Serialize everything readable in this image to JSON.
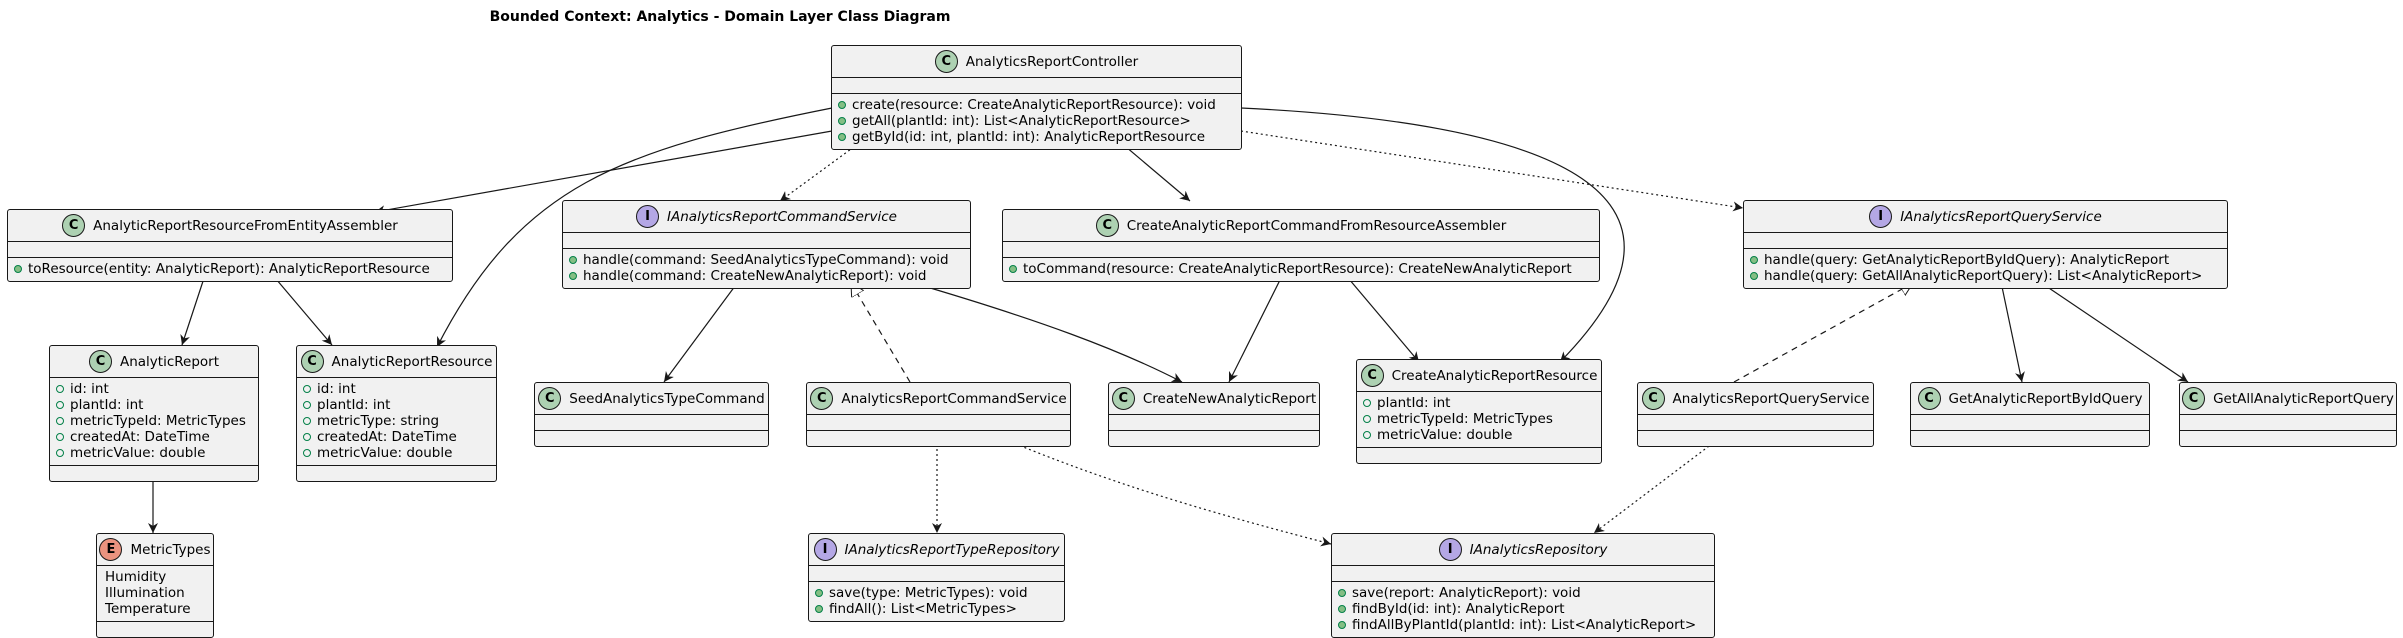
{
  "title": "Bounded Context: Analytics - Domain Layer Class Diagram",
  "colors": {
    "class_fill": "#f1f1f1",
    "border": "#181818",
    "class_badge": "#add1b2",
    "interface_badge": "#b4a7e5",
    "enum_badge": "#eb937f"
  },
  "classes": {
    "controller": {
      "stereotype": "C",
      "name": "AnalyticsReportController",
      "fields": [],
      "methods": [
        "create(resource: CreateAnalyticReportResource): void",
        "getAll(plantId: int): List<AnalyticReportResource>",
        "getById(id: int, plantId: int): AnalyticReportResource"
      ]
    },
    "entityAssembler": {
      "stereotype": "C",
      "name": "AnalyticReportResourceFromEntityAssembler",
      "fields": [],
      "methods": [
        "toResource(entity: AnalyticReport): AnalyticReportResource"
      ]
    },
    "commandService": {
      "stereotype": "I",
      "name": "IAnalyticsReportCommandService",
      "fields": [],
      "methods": [
        "handle(command: SeedAnalyticsTypeCommand): void",
        "handle(command: CreateNewAnalyticReport): void"
      ]
    },
    "commandAssembler": {
      "stereotype": "C",
      "name": "CreateAnalyticReportCommandFromResourceAssembler",
      "fields": [],
      "methods": [
        "toCommand(resource: CreateAnalyticReportResource): CreateNewAnalyticReport"
      ]
    },
    "queryService": {
      "stereotype": "I",
      "name": "IAnalyticsReportQueryService",
      "fields": [],
      "methods": [
        "handle(query: GetAnalyticReportByIdQuery): AnalyticReport",
        "handle(query: GetAllAnalyticReportQuery): List<AnalyticReport>"
      ]
    },
    "analyticReport": {
      "stereotype": "C",
      "name": "AnalyticReport",
      "fields": [
        "id: int",
        "plantId: int",
        "metricTypeId: MetricTypes",
        "createdAt: DateTime",
        "metricValue: double"
      ],
      "methods": []
    },
    "analyticReportResource": {
      "stereotype": "C",
      "name": "AnalyticReportResource",
      "fields": [
        "id: int",
        "plantId: int",
        "metricType: string",
        "createdAt: DateTime",
        "metricValue: double"
      ],
      "methods": []
    },
    "seedCommand": {
      "stereotype": "C",
      "name": "SeedAnalyticsTypeCommand",
      "fields": [],
      "methods": []
    },
    "commandServiceImpl": {
      "stereotype": "C",
      "name": "AnalyticsReportCommandService",
      "fields": [],
      "methods": []
    },
    "createNewReport": {
      "stereotype": "C",
      "name": "CreateNewAnalyticReport",
      "fields": [],
      "methods": []
    },
    "createResource": {
      "stereotype": "C",
      "name": "CreateAnalyticReportResource",
      "fields": [
        "plantId: int",
        "metricTypeId: MetricTypes",
        "metricValue: double"
      ],
      "methods": []
    },
    "queryServiceImpl": {
      "stereotype": "C",
      "name": "AnalyticsReportQueryService",
      "fields": [],
      "methods": []
    },
    "getByIdQuery": {
      "stereotype": "C",
      "name": "GetAnalyticReportByIdQuery",
      "fields": [],
      "methods": []
    },
    "getAllQuery": {
      "stereotype": "C",
      "name": "GetAllAnalyticReportQuery",
      "fields": [],
      "methods": []
    },
    "metricTypes": {
      "stereotype": "E",
      "name": "MetricTypes",
      "values": [
        "Humidity",
        "Illumination",
        "Temperature"
      ]
    },
    "typeRepository": {
      "stereotype": "I",
      "name": "IAnalyticsReportTypeRepository",
      "fields": [],
      "methods": [
        "save(type: MetricTypes): void",
        "findAll(): List<MetricTypes>"
      ]
    },
    "repository": {
      "stereotype": "I",
      "name": "IAnalyticsRepository",
      "fields": [],
      "methods": [
        "save(report: AnalyticReport): void",
        "findById(id: int): AnalyticReport",
        "findAllByPlantId(plantId: int): List<AnalyticReport>"
      ]
    }
  },
  "relations": [
    {
      "from": "controller",
      "to": "entityAssembler",
      "kind": "association"
    },
    {
      "from": "controller",
      "to": "analyticReportResource",
      "kind": "association"
    },
    {
      "from": "controller",
      "to": "commandService",
      "kind": "dependency"
    },
    {
      "from": "controller",
      "to": "commandAssembler",
      "kind": "association"
    },
    {
      "from": "controller",
      "to": "createResource",
      "kind": "association"
    },
    {
      "from": "controller",
      "to": "queryService",
      "kind": "dependency"
    },
    {
      "from": "entityAssembler",
      "to": "analyticReport",
      "kind": "association"
    },
    {
      "from": "entityAssembler",
      "to": "analyticReportResource",
      "kind": "association"
    },
    {
      "from": "analyticReport",
      "to": "metricTypes",
      "kind": "association"
    },
    {
      "from": "commandService",
      "to": "seedCommand",
      "kind": "association"
    },
    {
      "from": "commandService",
      "to": "createNewReport",
      "kind": "association"
    },
    {
      "from": "commandServiceImpl",
      "to": "commandService",
      "kind": "realization"
    },
    {
      "from": "commandAssembler",
      "to": "createNewReport",
      "kind": "association"
    },
    {
      "from": "commandAssembler",
      "to": "createResource",
      "kind": "association"
    },
    {
      "from": "queryServiceImpl",
      "to": "queryService",
      "kind": "realization"
    },
    {
      "from": "queryService",
      "to": "getByIdQuery",
      "kind": "association"
    },
    {
      "from": "queryService",
      "to": "getAllQuery",
      "kind": "association"
    },
    {
      "from": "commandServiceImpl",
      "to": "typeRepository",
      "kind": "dependency"
    },
    {
      "from": "commandServiceImpl",
      "to": "repository",
      "kind": "dependency"
    },
    {
      "from": "queryServiceImpl",
      "to": "repository",
      "kind": "dependency"
    }
  ]
}
